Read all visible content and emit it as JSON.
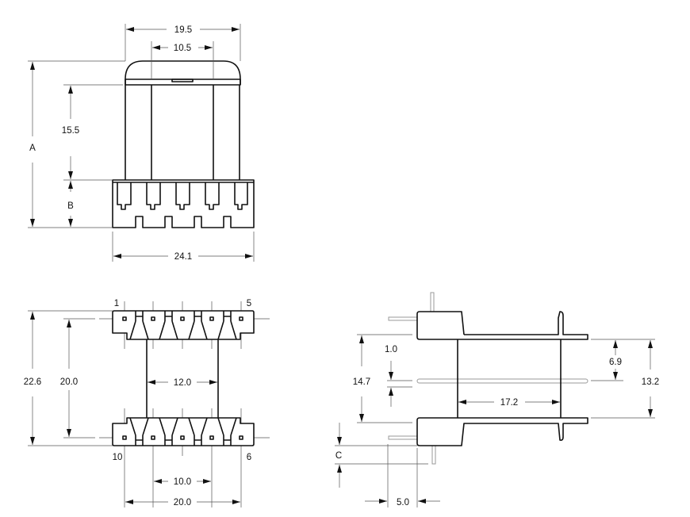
{
  "top_view": {
    "dim_width_outer": "19.5",
    "dim_width_inner": "10.5",
    "dim_height_core": "15.5",
    "label_A": "A",
    "label_B": "B",
    "dim_base_width": "24.1"
  },
  "bottom_view": {
    "pin_1": "1",
    "pin_5": "5",
    "pin_10": "10",
    "pin_6": "6",
    "dim_overall": "22.6",
    "dim_pin_rows": "20.0",
    "dim_core_width": "12.0",
    "dim_inner_pitch": "10.0",
    "dim_outer_pitch": "20.0"
  },
  "side_view": {
    "dim_flange_span": "14.7",
    "dim_pin_dia": "1.0",
    "dim_half": "6.9",
    "dim_inner": "13.2",
    "dim_core_length": "17.2",
    "label_C": "C",
    "dim_pin_offset": "5.0"
  }
}
